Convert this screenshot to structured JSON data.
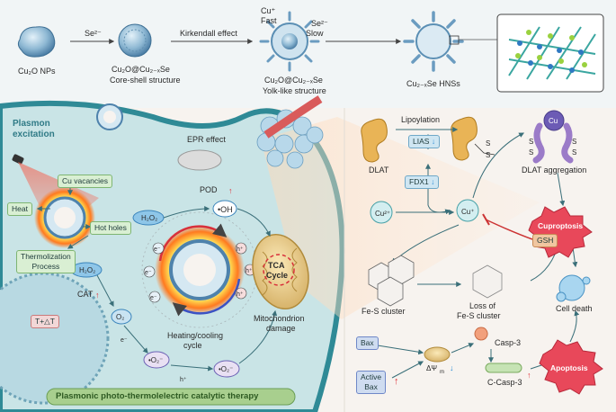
{
  "synthesis": {
    "cu2o_nps": "Cu₂O NPs",
    "se_reagent": "Se²⁻",
    "core_shell_name": "Cu₂O@Cu₂₋ₓSe",
    "core_shell_desc": "Core-shell structure",
    "kirkendall": "Kirkendall effect",
    "cu_fast_ion": "Cu⁺",
    "cu_fast_word": "Fast",
    "se_slow_ion": "Se²⁻",
    "se_slow_word": "Slow",
    "yolk_name": "Cu₂O@Cu₂₋ₓSe",
    "yolk_desc": "Yolk-like structure",
    "hnss": "Cu₂₋ₓSe HNSs"
  },
  "left_panel": {
    "plasmon_line1": "Plasmon",
    "plasmon_line2": "excitation",
    "epr": "EPR effect",
    "cu_vacancies": "Cu vacancies",
    "heat": "Heat",
    "hot_holes": "Hot holes",
    "thermo_line1": "Thermolization",
    "thermo_line2": "Process",
    "h2o2_top": "H₂O₂",
    "h2o2_left": "H₂O₂",
    "pod": "POD",
    "oh": "•OH",
    "cat": "CAT",
    "o2": "O₂",
    "o2_radical_left": "•O₂⁻",
    "o2_radical_right": "•O₂⁻",
    "t_delta": "T+△T",
    "electron": "e⁻",
    "hole": "h⁺",
    "heating_line1": "Heating/cooling",
    "heating_line2": "cycle",
    "tca_line1": "TCA",
    "tca_line2": "Cycle",
    "mito_line1": "Mitochondrion",
    "mito_line2": "damage",
    "banner": "Plasmonic photo-thermolelectric catalytic therapy"
  },
  "right_panel": {
    "lipoylation": "Lipoylation",
    "dlat": "DLAT",
    "lias": "LIAS",
    "fdx1": "FDX1",
    "cu2_plus": "Cu²⁺",
    "cu_plus": "Cu⁺",
    "cu_label": "Cu",
    "s_atom": "S",
    "dlat_aggregation": "DLAT aggregation",
    "cuproptosis": "Cuproptosis",
    "gsh": "GSH",
    "fes_cluster": "Fe-S cluster",
    "loss_line1": "Loss of",
    "loss_line2": "Fe-S cluster",
    "cell_death": "Cell death",
    "bax": "Bax",
    "active_bax_line1": "Active",
    "active_bax_line2": "Bax",
    "delta_psi": "ΔΨ",
    "delta_psi_sub": "m",
    "casp3": "Casp-3",
    "c_casp3": "C-Casp-3",
    "apoptosis": "Apoptosis"
  },
  "colors": {
    "cell_teal": "#2f8a96",
    "cytoplasm": "#c9e4e6",
    "box_green": "#d9efd3",
    "box_blue": "#cfe6f2",
    "up_red": "#e0323a",
    "down_blue": "#2a8cd6",
    "burst_red": "#e8485a",
    "gsh_orange": "#f0c6a0"
  }
}
